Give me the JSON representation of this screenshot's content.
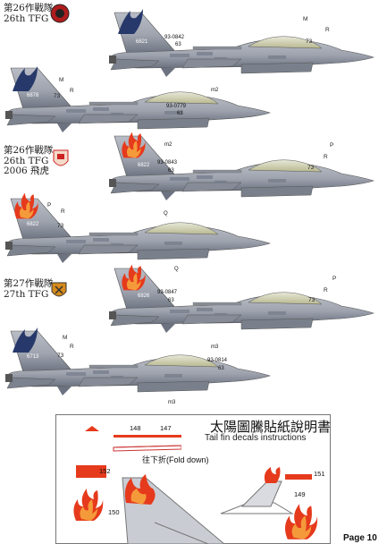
{
  "units": [
    {
      "cn": "第26作戰隊",
      "en": "26th TFG",
      "extra": ""
    },
    {
      "cn": "第26作戰隊",
      "en": "26th TFG",
      "extra": "2006 飛虎"
    },
    {
      "cn": "第27作戰隊",
      "en": "27th TFG",
      "extra": ""
    }
  ],
  "aircraft": [
    {
      "tail_number": "6821",
      "serial": "93-0842",
      "code": "63",
      "station": "m2",
      "tail_letters": [
        "M",
        "R"
      ],
      "num73": "73"
    },
    {
      "tail_number": "6878",
      "serial": "93-0779",
      "code": "63",
      "station": "m2",
      "tail_letters": [
        "M",
        "R"
      ],
      "num73": "73"
    },
    {
      "tail_number": "6822",
      "serial": "93-0843",
      "code": "63",
      "station": "Q",
      "tail_letters": [
        "P",
        "R"
      ],
      "num73": "73"
    },
    {
      "tail_number": "6822",
      "serial": "",
      "code": "",
      "station": "Q",
      "tail_letters": [
        "P",
        "R"
      ],
      "num73": "73"
    },
    {
      "tail_number": "6826",
      "serial": "93-0847",
      "code": "63",
      "station": "m3",
      "tail_letters": [
        "P",
        "R"
      ],
      "num73": "73"
    },
    {
      "tail_number": "6713",
      "serial": "93-0814",
      "code": "63",
      "station": "m3",
      "tail_letters": [
        "M",
        "R"
      ],
      "num73": "73"
    }
  ],
  "instructions": {
    "title_cn": "太陽圖騰貼紙說明書",
    "title_en": "Tail fin decals instructions",
    "fold_label": "往下折(Fold down)",
    "numbers": [
      "148",
      "147",
      "152",
      "151",
      "149",
      "150"
    ]
  },
  "page_label": "Page  10",
  "colors": {
    "aircraft_gray": "#9ea3ae",
    "dark_gray": "#6c7280",
    "flame_red": "#e63a1c",
    "flame_orange": "#f59a3a",
    "tail_navy": "#27386a"
  }
}
